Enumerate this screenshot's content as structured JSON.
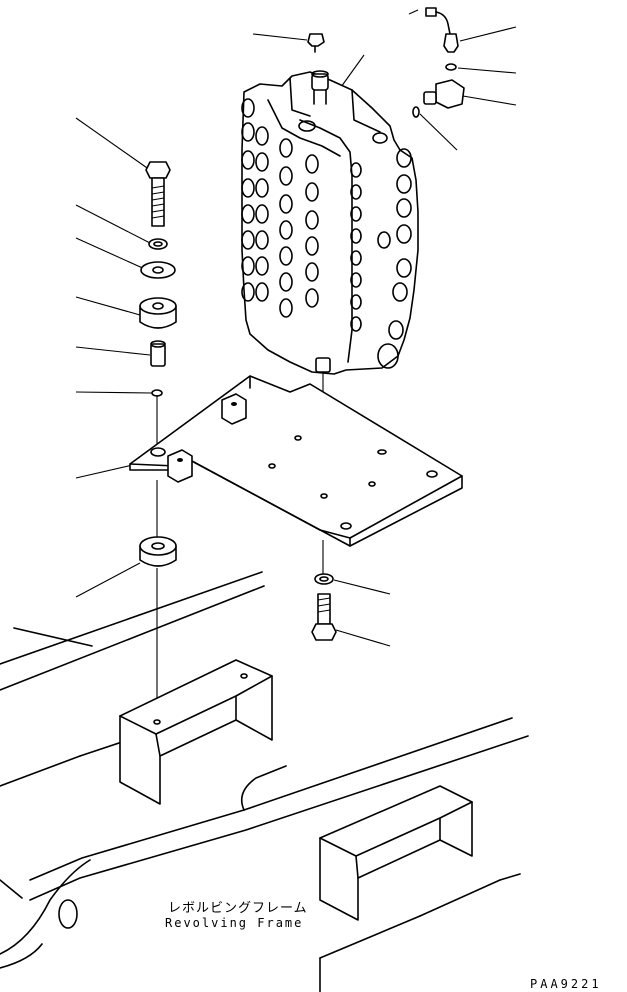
{
  "frame_label": {
    "japanese": "レボルビングフレーム",
    "english": "Revolving Frame"
  },
  "drawing_code": "PAA9221"
}
